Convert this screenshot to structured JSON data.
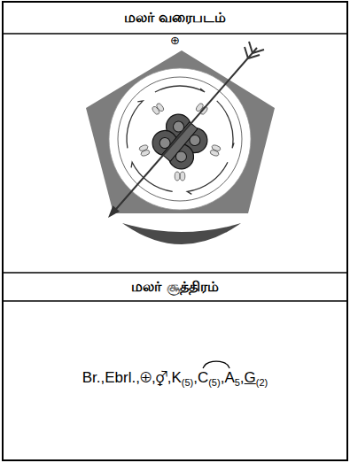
{
  "diagram": {
    "nodes": [
      {
        "text": [
          "மலர் வரைபடம்"
        ]
      },
      {
        "text": [
          "மலர் சூத்திரம்"
        ]
      }
    ],
    "labels": [
      "⊕",
      "Br.,",
      "Ebrl.,",
      "⊕,",
      "⚥,",
      "K",
      "(5)",
      ",",
      "C",
      "(5)",
      ",",
      "A",
      "5",
      ",",
      "G",
      "(2)"
    ]
  }
}
